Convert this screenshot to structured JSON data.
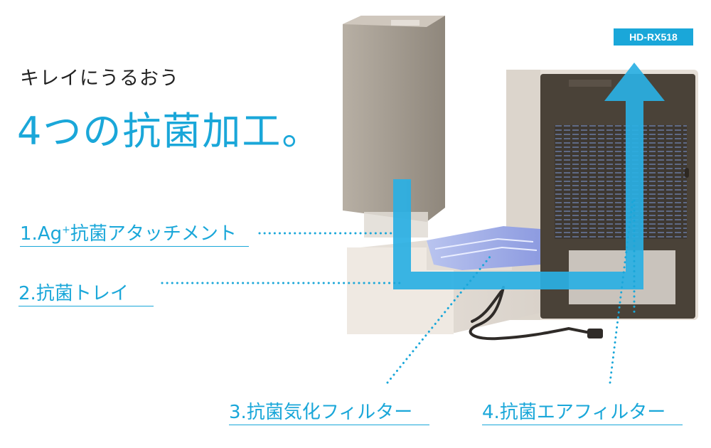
{
  "tagline": "キレイにうるおう",
  "headline": "4つの抗菌加工。",
  "model": "HD-RX518",
  "features": [
    {
      "num": "1.",
      "pre": "Ag",
      "sup": "+",
      "post": "抗菌アタッチメント"
    },
    {
      "num": "2.",
      "text": "抗菌トレイ"
    },
    {
      "num": "3.",
      "text": "抗菌気化フィルター"
    },
    {
      "num": "4.",
      "text": "抗菌エアフィルター"
    }
  ],
  "colors": {
    "accent": "#1aa7d9",
    "arrow": "#2ab0e4"
  }
}
